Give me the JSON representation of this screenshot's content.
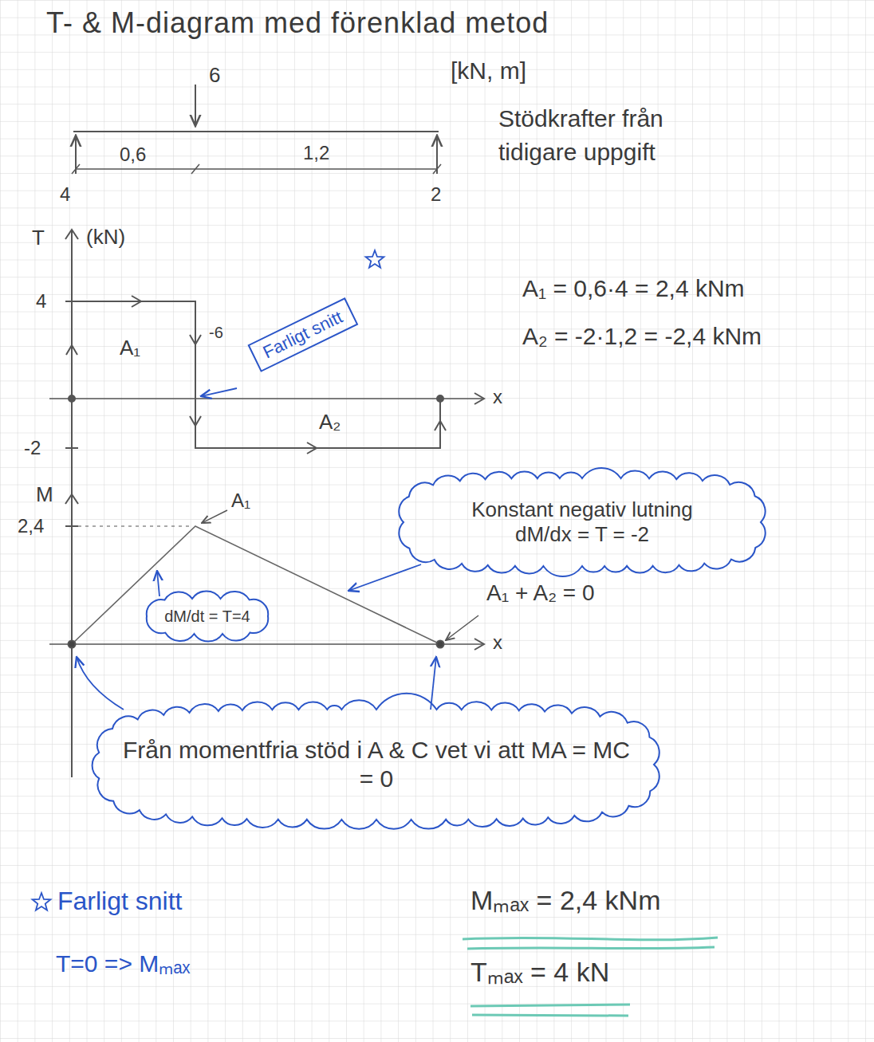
{
  "diagram": {
    "title": "T- & M-diagram med förenklad metod",
    "nodes": [
      {
        "text": [
          "Farligt snitt"
        ]
      },
      {
        "text": [
          "Konstant negativ lutning",
          "dM/dx = T = -2"
        ]
      },
      {
        "text": [
          "dM/dt = T=4"
        ]
      },
      {
        "text": [
          "Från momentfria stöd i A & C vet vi att MA = MC = 0"
        ]
      }
    ],
    "labels": [
      "[kN, m]",
      "6",
      "0,6",
      "1,2",
      "4",
      "2",
      "Stödkrafter från tidigare uppgift",
      "T",
      "(kN)",
      "4",
      "-2",
      "A₁",
      "-6",
      "A₂",
      "x",
      "A₁ = 0,6·4 = 2,4 kNm",
      "A₂ = -2·1,2 = -2,4 kNm",
      "M",
      "2,4",
      "A₁",
      "x",
      "A₁ + A₂ = 0",
      "Farligt snitt",
      "T=0 => Mₘₐₓ",
      "Mₘₐₓ = 2,4 kNm",
      "Tₘₐₓ = 4 kN"
    ]
  }
}
